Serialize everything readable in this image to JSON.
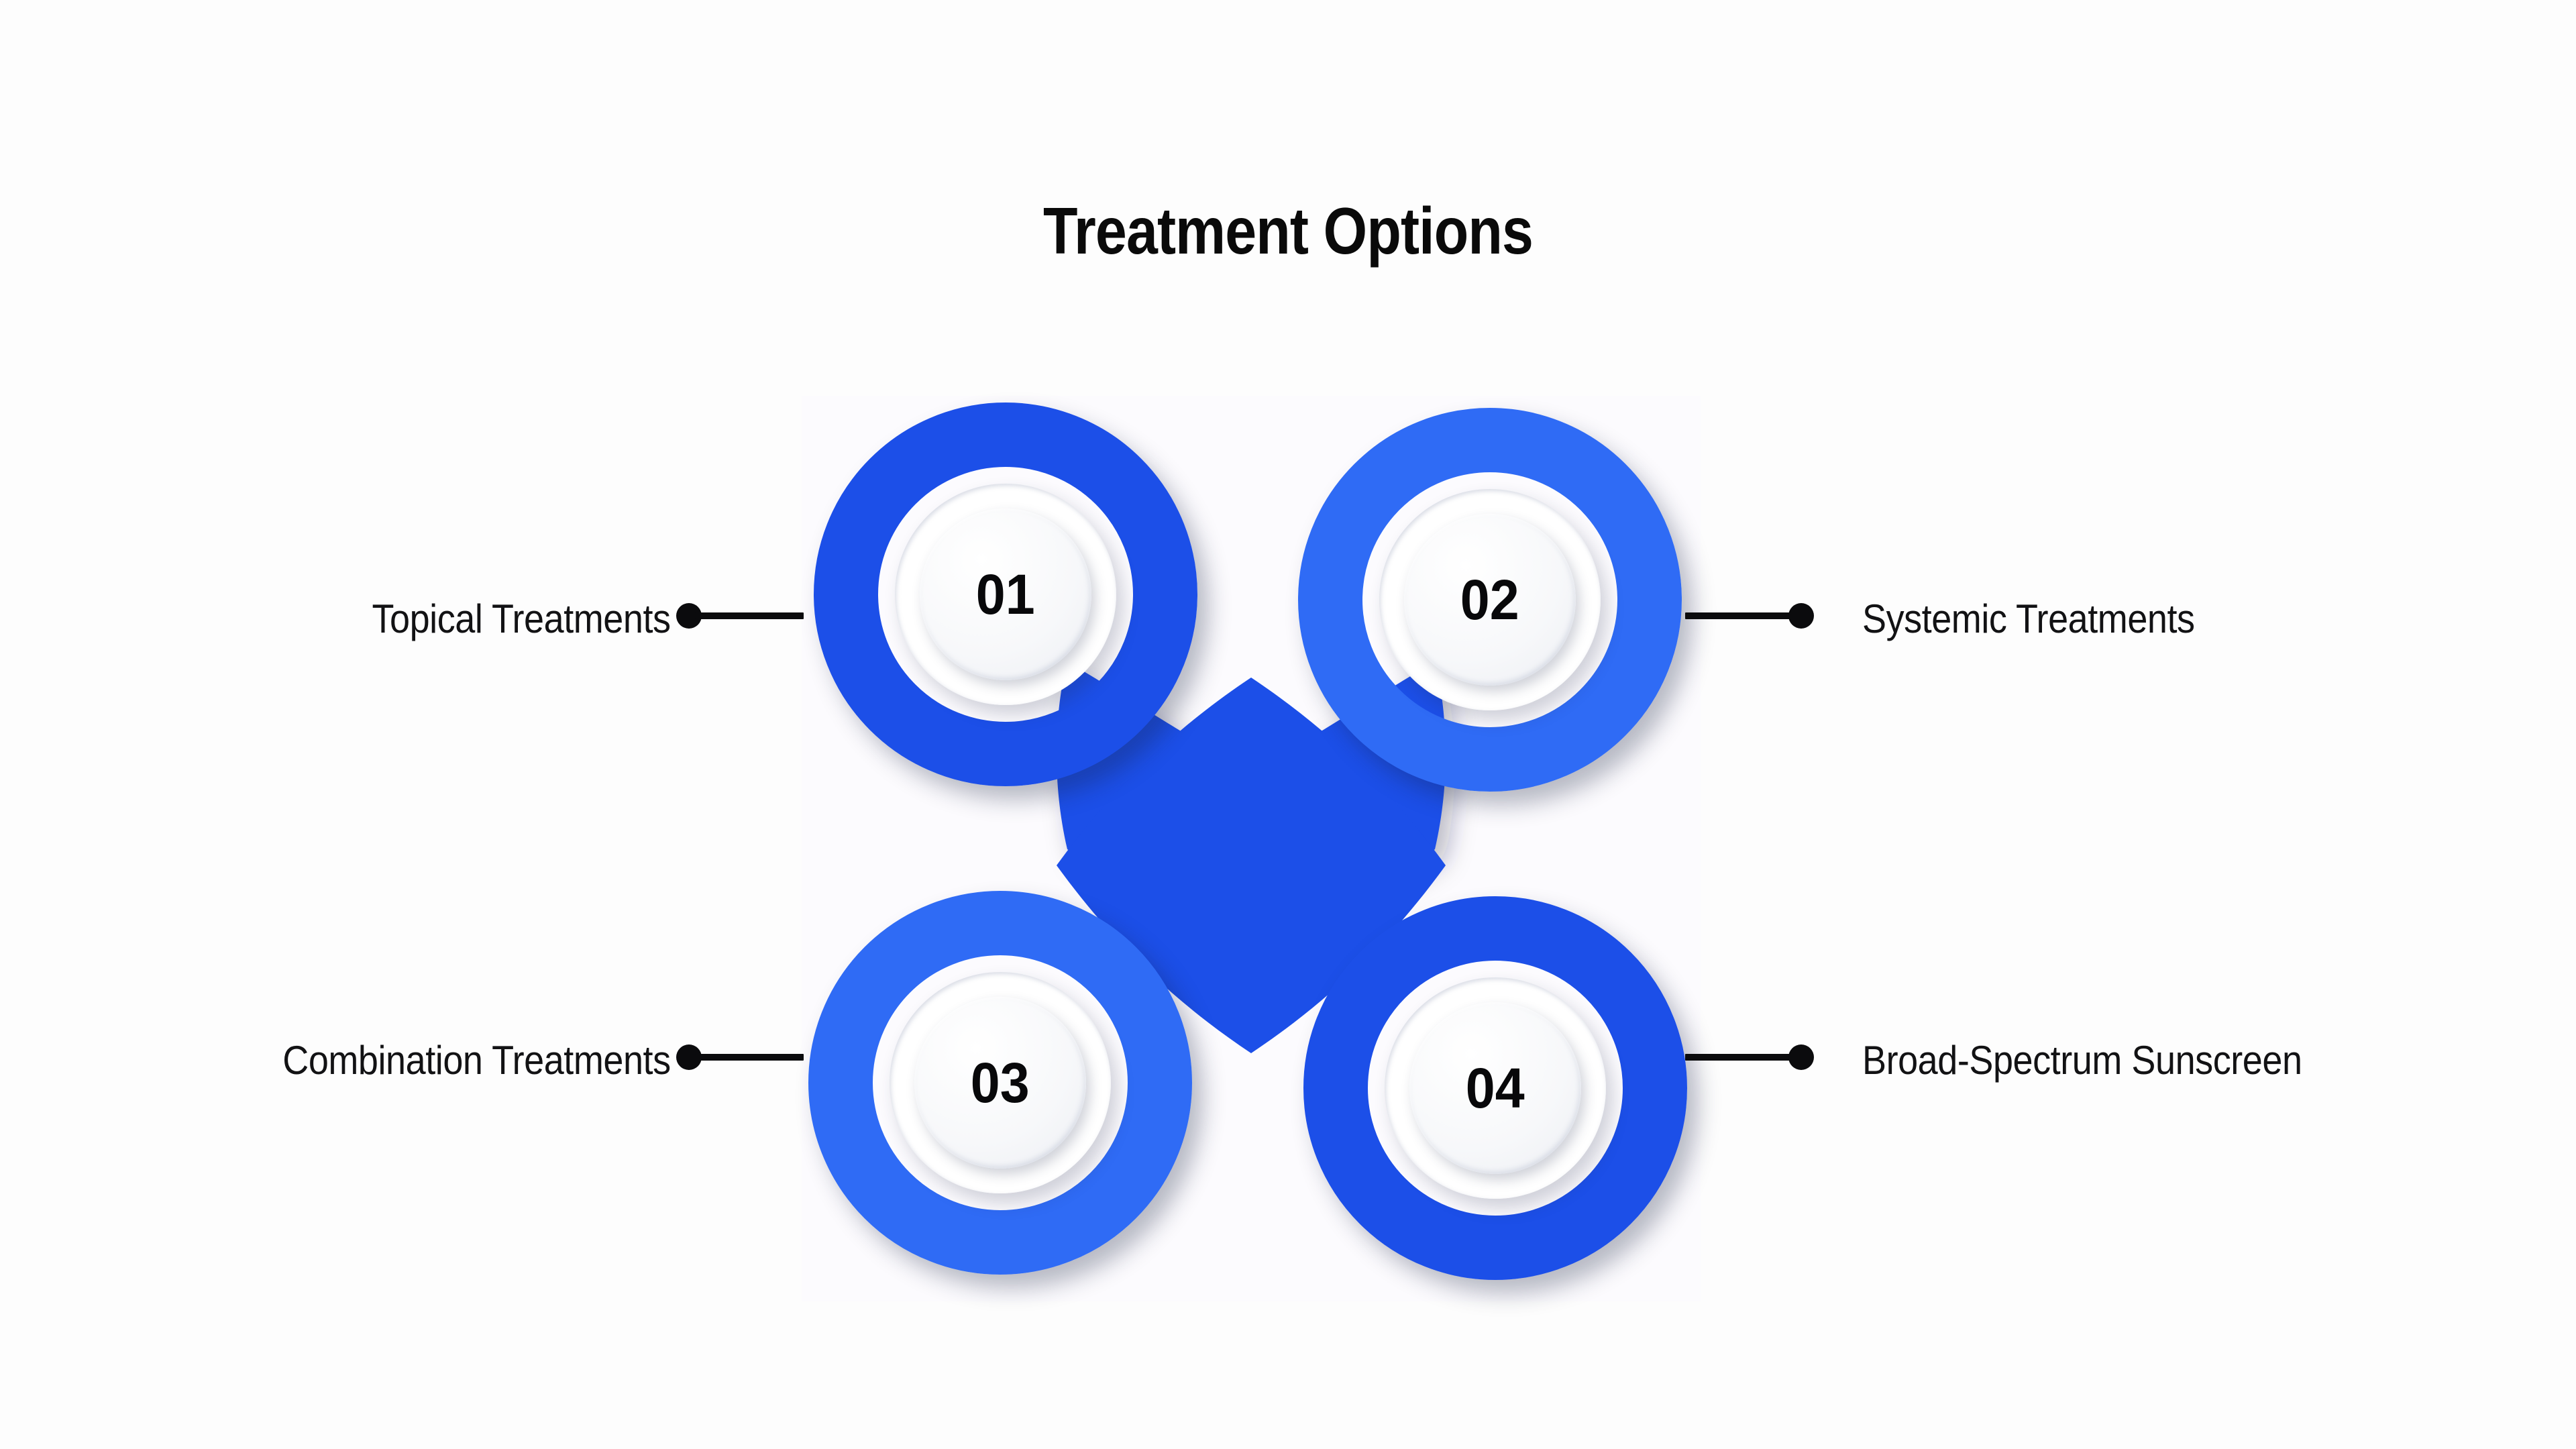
{
  "page": {
    "title": "Treatment Options",
    "background_color": "#fdfdfd",
    "graphic_background_color": "#fcfbfe"
  },
  "theme": {
    "blue_dark": "#1c4fe8",
    "blue_light": "#2f6bf5",
    "connector_color": "#0b0b0d",
    "label_color": "#121214",
    "number_color": "#08080a",
    "disc_color": "#ffffff"
  },
  "diagram": {
    "type": "four-node-interlocking-circles",
    "node_count": 4,
    "nodes": [
      {
        "number": "01",
        "label": "Topical Treatments",
        "side": "left",
        "row": "top",
        "ring_color": "#1c4fe8"
      },
      {
        "number": "02",
        "label": "Systemic Treatments",
        "side": "right",
        "row": "top",
        "ring_color": "#2f6bf5"
      },
      {
        "number": "03",
        "label": "Combination Treatments",
        "side": "left",
        "row": "bottom",
        "ring_color": "#2f6bf5"
      },
      {
        "number": "04",
        "label": "Broad-Spectrum Sunscreen",
        "side": "right",
        "row": "bottom",
        "ring_color": "#1c4fe8"
      }
    ]
  }
}
